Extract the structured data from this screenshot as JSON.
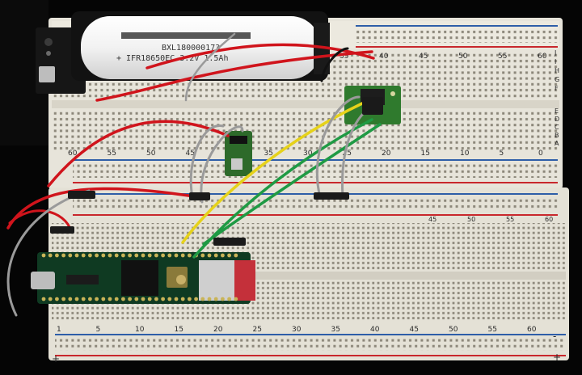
{
  "battery": {
    "line1": "BXL180000173",
    "line2": "+   IFR18650EC 3.2V 1.5Ah"
  },
  "breadboard_top": {
    "top_numbers": [
      "35",
      "40",
      "45",
      "50",
      "55",
      "60"
    ],
    "row_letters_right_top": [
      "J",
      "I",
      "H",
      "G",
      "F"
    ],
    "row_letters_right_bottom": [
      "E",
      "D",
      "C",
      "B",
      "A"
    ],
    "mid_numbers": [
      "60",
      "55",
      "50",
      "45",
      "40",
      "35",
      "30",
      "25",
      "20",
      "15",
      "10",
      "5",
      "0"
    ]
  },
  "breadboard_bottom": {
    "top_numbers": [
      "45",
      "50",
      "55",
      "60"
    ],
    "bottom_numbers": [
      "1",
      "5",
      "10",
      "15",
      "20",
      "25",
      "30",
      "35",
      "40",
      "45",
      "50",
      "55",
      "60"
    ],
    "rail_sign_left": "+",
    "rail_sign_right": "+",
    "rail_minus": "-"
  },
  "colors": {
    "board": "#e9e6dc",
    "rail_red": "#c8272c",
    "rail_blue": "#2e5ea8",
    "wire_red": "#d0141c",
    "wire_yellow": "#e6d21a",
    "wire_green": "#1f9a44",
    "wire_gray": "#9a9a9a",
    "pcb_green": "#1d5e31",
    "sensor_green": "#2f7a2d"
  }
}
